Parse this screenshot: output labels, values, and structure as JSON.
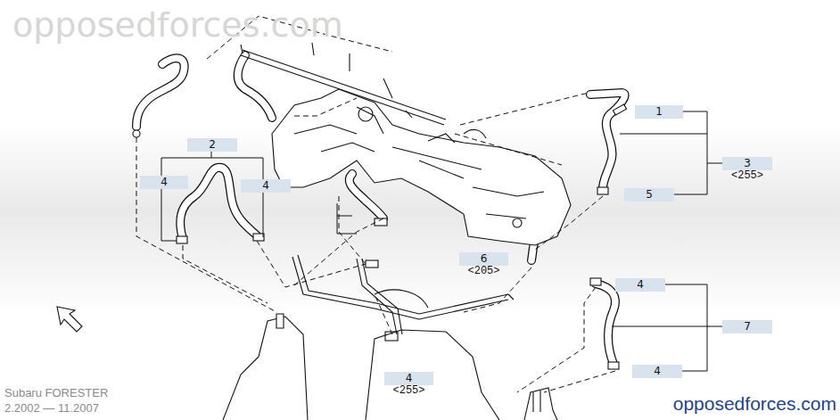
{
  "diagram": {
    "nodes": [
      {
        "text": [
          "1"
        ]
      },
      {
        "text": [
          "2"
        ]
      },
      {
        "text": [
          "3",
          "<255>"
        ]
      },
      {
        "text": [
          "4"
        ]
      },
      {
        "text": [
          "4"
        ]
      },
      {
        "text": [
          "5"
        ]
      },
      {
        "text": [
          "6",
          "<205>"
        ]
      },
      {
        "text": [
          "4"
        ]
      },
      {
        "text": [
          "7"
        ]
      },
      {
        "text": [
          "4"
        ]
      },
      {
        "text": [
          "4",
          "<255>"
        ]
      }
    ],
    "labels": [
      "opposedforces.com",
      "Subaru FORESTER",
      "2.2002 — 11.2007",
      "opposedforces.com"
    ]
  }
}
